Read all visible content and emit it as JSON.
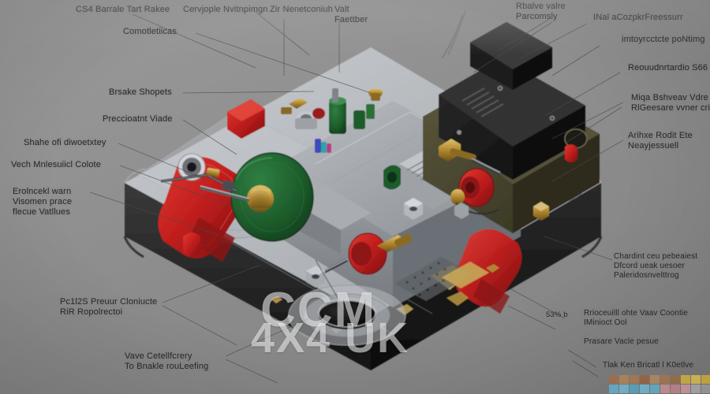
{
  "image": {
    "kind": "technical-cutaway-illustration",
    "subject": "air brake valve assembly cutaway",
    "background_color": "#909090"
  },
  "watermark": {
    "line1": "CCM",
    "line2": "4X4 UK"
  },
  "callouts": {
    "top_left_1": "CS4 Barrale Tart Rakee",
    "top_left_2": "Cervjople Nvitnpimgn",
    "top_left_3": "Zir Nenetconiuh",
    "top_left_4": "Valt\nFaettber",
    "left_1": "Comotletiicas",
    "left_2": "Brsake Shopets",
    "left_3": "Preccioatnt Viade",
    "left_4": "Shahe ofi diwoetxtey",
    "left_5": "Vech Mnlesuiicl Colote",
    "left_6": "Erolncekl warn\nVisomen prace\nflecue Vatllues",
    "left_7": "Pc1l2S Preuur Cloniucte\nRiR Ropolrectoi",
    "left_8": "Vave Cetellfcrery\nTo Bnakle rouLeefing",
    "right_1": "Rbalve valre\nParcomsly",
    "right_2": "INal aCozpkrFreessurr",
    "right_3": "imtoyrcctcte poNtimg",
    "right_4": "Reouudnrtardio S66",
    "right_5": "Miqa Bshveav Vdre\nRlGeesare vvner crine",
    "right_6": "Arihxe Rodit Ete\nNeayjessuell",
    "right_7": "Chardint ceu pebeaiest\nDfcord ueak uesoer\nPaleridosnvelttrog",
    "right_8": "Rrioceuilll ohte Vaav Coontie\nIMinioct Ool",
    "right_9": "Prasare Vacle pesue",
    "right_10": "Tlak Ken Bricatl l K0etlve",
    "percent_label": "53% b"
  },
  "swatch_grid": {
    "rows": [
      [
        "#b07a55",
        "#c39263",
        "#b98759",
        "#a8704a",
        "#c49a6d",
        "#b8845a",
        "#a97c50",
        "#e8c64a",
        "#f0d45e",
        "#e7c244",
        "#9a9a9a",
        "#8f8f8f",
        "#a3a3a3",
        "#b4b4b4",
        "#8a8a8a",
        "#9d9d9d"
      ],
      [
        "#6fc0df",
        "#7ec9e6",
        "#63b6d8",
        "#82cbe8",
        "#74c2e0",
        "#e2a0a8",
        "#d8949d",
        "#e6aab1",
        "#bfbfbf",
        "#b0b0b0",
        "#c6c6c6",
        "#a8a8a8",
        "#d2d2d2",
        "#b9b9b9",
        "#a0a0a0",
        "#cfcfcf"
      ]
    ]
  },
  "palette": {
    "body_grey": "#8e9195",
    "body_grey_dark": "#6e7176",
    "accent_red": "#c41f1f",
    "accent_green": "#1d5c2b",
    "accent_brass": "#b2882f",
    "accent_black": "#161616",
    "accent_olive": "#4c4832"
  }
}
